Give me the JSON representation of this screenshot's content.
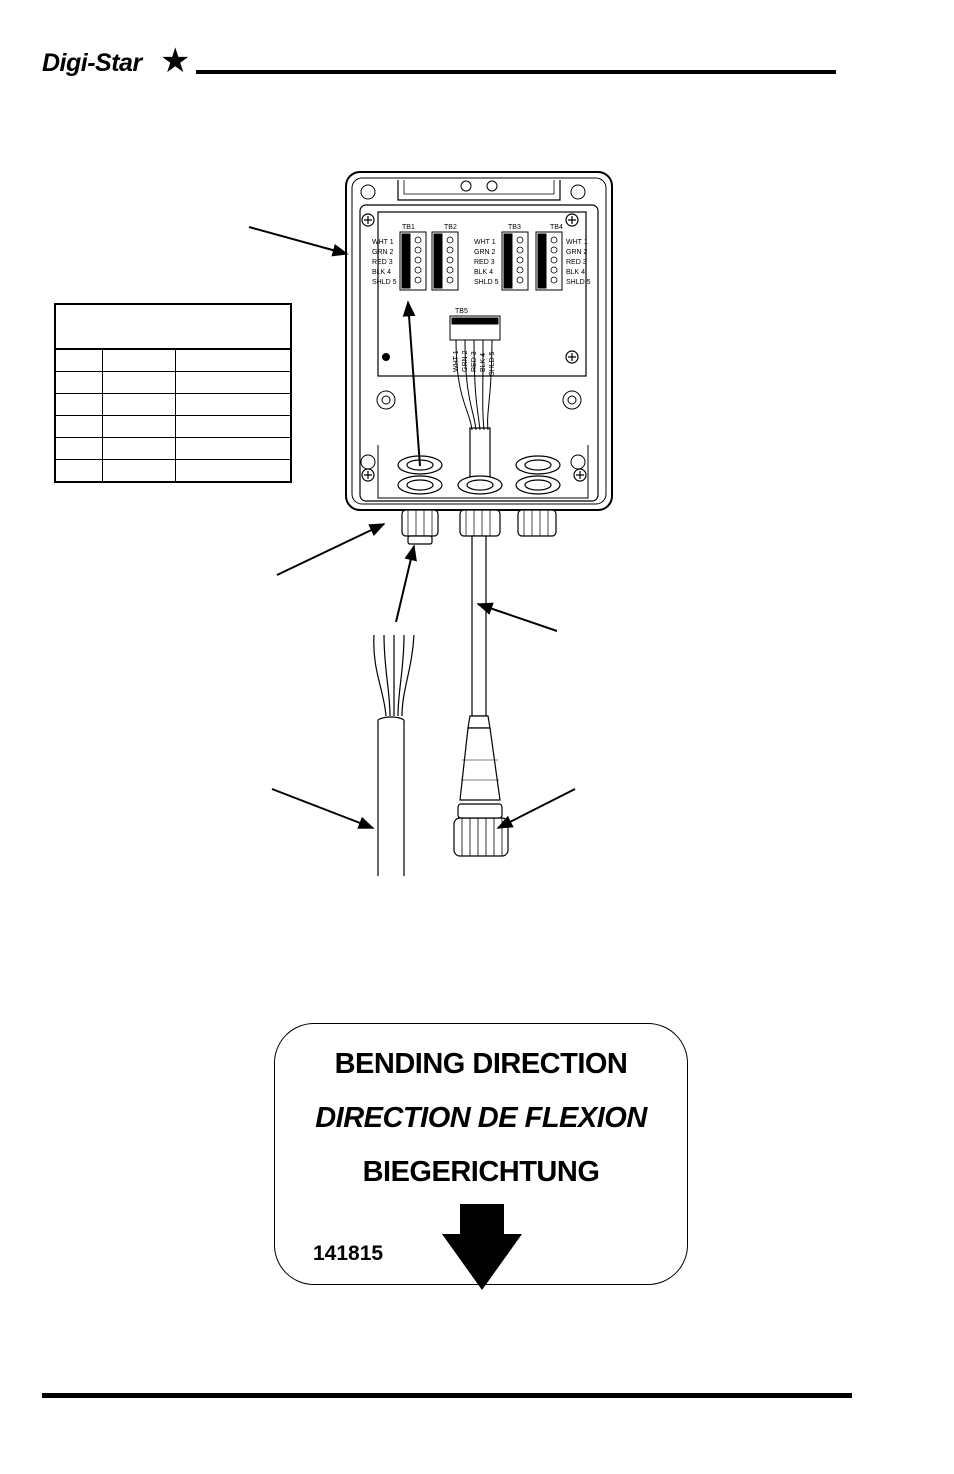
{
  "header": {
    "logo_text": "Digi-Star",
    "logo_star": "★"
  },
  "junction_box": {
    "terminal_blocks": [
      "TB1",
      "TB2",
      "TB3",
      "TB4",
      "TB5"
    ],
    "wire_labels_left": [
      "WHT 1",
      "GRN 2",
      "RED 3",
      "BLK 4",
      "SHLD 5"
    ],
    "wire_labels_tb3": [
      "WHT 1",
      "GRN 2",
      "RED 3",
      "BLK 4",
      "SHLD 5"
    ],
    "wire_labels_right": [
      "WHT 1",
      "GRN 2",
      "RED 3",
      "BLK 4",
      "SHLD 5"
    ],
    "wire_labels_tb5": [
      "WHT 1",
      "GRN 2",
      "RED 3",
      "BLK 4",
      "SHLD 5"
    ]
  },
  "decal": {
    "line1": "BENDING DIRECTION",
    "line2": "DIRECTION DE FLEXION",
    "line3": "BIEGERICHTUNG",
    "part_number": "141815",
    "arrow_icon": "down-arrow-icon"
  }
}
